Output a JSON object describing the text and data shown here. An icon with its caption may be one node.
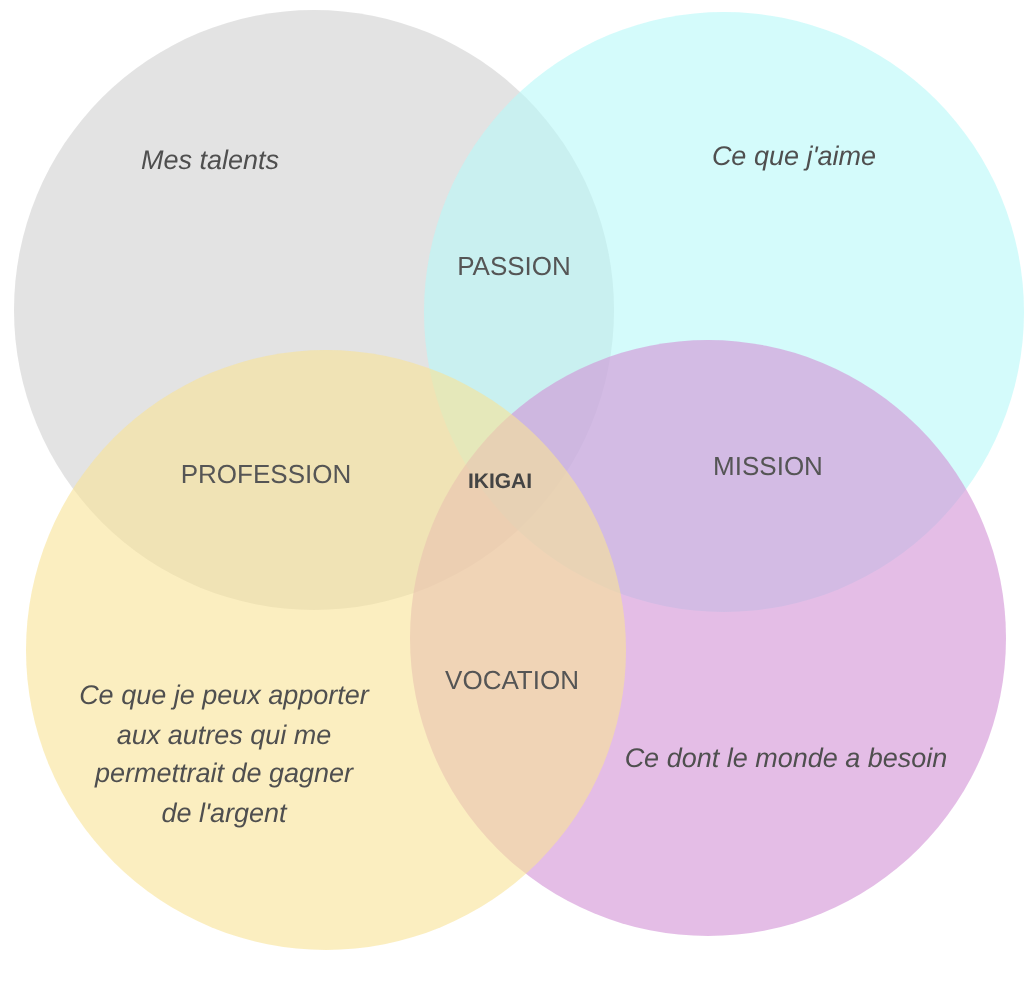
{
  "diagram": {
    "nodes": [
      {
        "text": [
          "Mes talents"
        ]
      },
      {
        "text": [
          "Ce que j'aime"
        ]
      },
      {
        "text": [
          "Ce que je peux apporter aux autres qui me permettrait de gagner de l'argent"
        ]
      },
      {
        "text": [
          "Ce dont le monde a besoin"
        ]
      }
    ],
    "labels": [
      "PASSION",
      "PROFESSION",
      "IKIGAI",
      "MISSION",
      "VOCATION"
    ]
  }
}
